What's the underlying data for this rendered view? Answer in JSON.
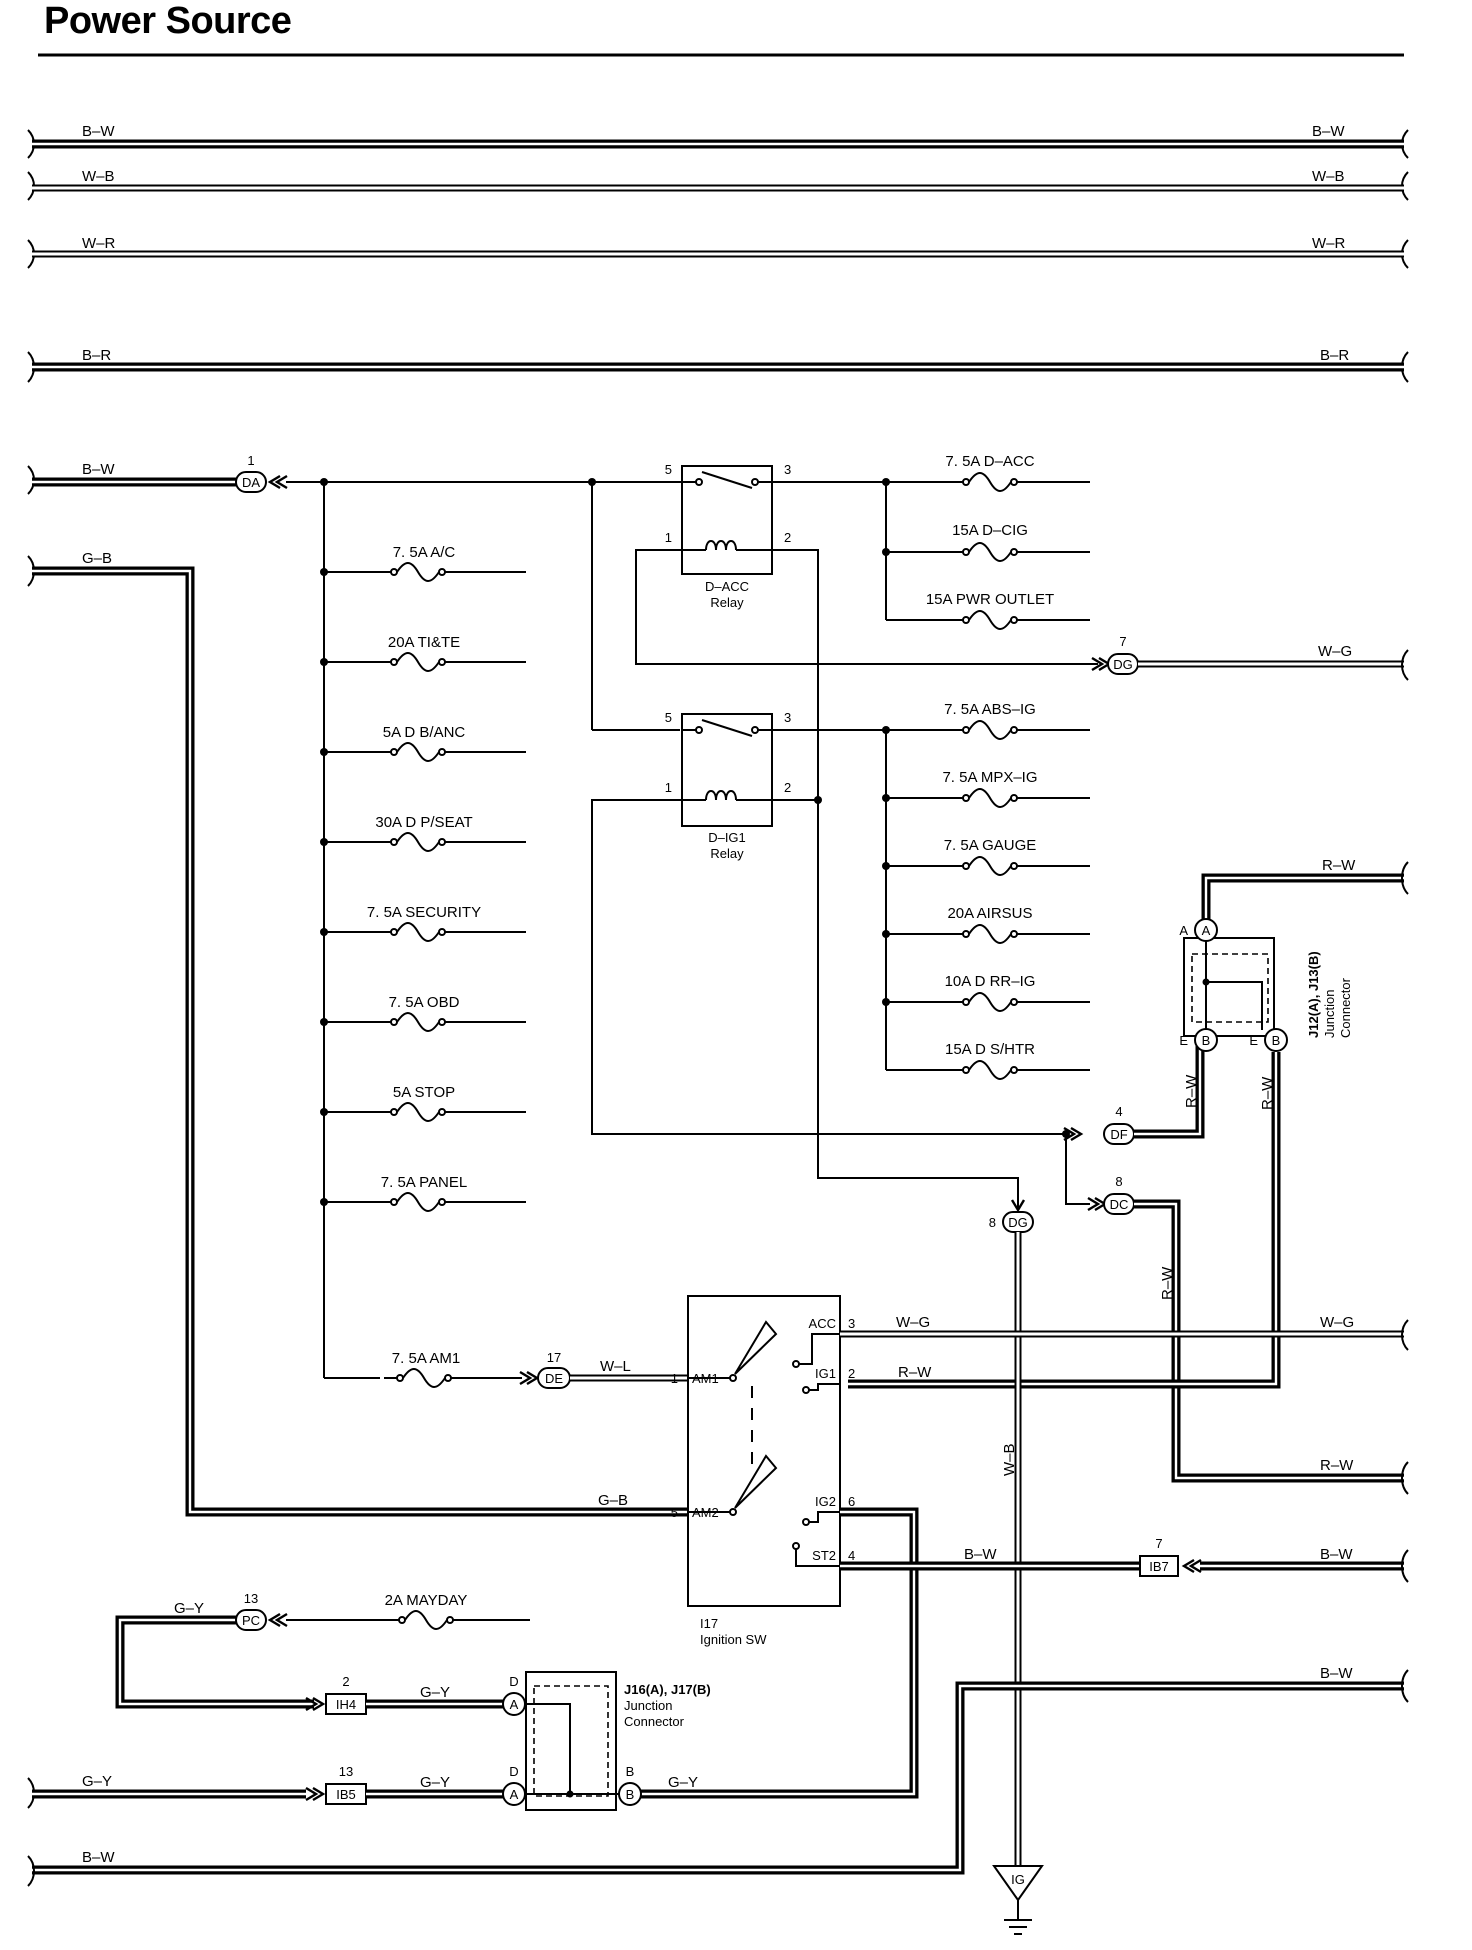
{
  "title": "Power Source",
  "bus_wires": [
    {
      "left": "B–W",
      "right": "B–W"
    },
    {
      "left": "W–B",
      "right": "W–B"
    },
    {
      "left": "W–R",
      "right": "W–R"
    },
    {
      "left": "B–R",
      "right": "B–R"
    }
  ],
  "left_wires": {
    "bw_top": "B–W",
    "gb": "G–B",
    "gy": "G–Y",
    "bw_bottom": "B–W"
  },
  "connectors": {
    "da": {
      "pin": "1",
      "code": "DA"
    },
    "dg_top": {
      "pin": "7",
      "code": "DG"
    },
    "df": {
      "pin": "4",
      "code": "DF"
    },
    "dc": {
      "pin": "8",
      "code": "DC"
    },
    "dg_mid": {
      "pin": "8",
      "code": "DG"
    },
    "de": {
      "pin": "17",
      "code": "DE"
    },
    "pc": {
      "pin": "13",
      "code": "PC"
    },
    "ih4": {
      "pin": "2",
      "code": "IH4"
    },
    "ib5": {
      "pin": "13",
      "code": "IB5"
    },
    "ib7": {
      "pin": "7",
      "code": "IB7"
    },
    "ig": {
      "code": "IG"
    }
  },
  "left_fuses": [
    "7. 5A A/C",
    "20A TI&TE",
    "5A D B/ANC",
    "30A D P/SEAT",
    "7. 5A SECURITY",
    "7. 5A OBD",
    "5A STOP",
    "7. 5A PANEL"
  ],
  "am1_fuse": "7. 5A AM1",
  "mayday_fuse": "2A MAYDAY",
  "acc_fuses": [
    "7. 5A D–ACC",
    "15A D–CIG",
    "15A PWR OUTLET"
  ],
  "ig1_fuses": [
    "7. 5A ABS–IG",
    "7. 5A MPX–IG",
    "7. 5A GAUGE",
    "20A AIRSUS",
    "10A D RR–IG",
    "15A D S/HTR"
  ],
  "relays": {
    "acc": {
      "name": "D–ACC",
      "sub": "Relay",
      "p5": "5",
      "p3": "3",
      "p1": "1",
      "p2": "2"
    },
    "ig1": {
      "name": "D–IG1",
      "sub": "Relay",
      "p5": "5",
      "p3": "3",
      "p1": "1",
      "p2": "2"
    }
  },
  "junction_j12": {
    "line1": "J12(A), J13(B)",
    "line2": "Junction",
    "line3": "Connector",
    "a": "A",
    "b": "B",
    "pin_a": "A",
    "pin_e1": "E",
    "pin_e2": "E"
  },
  "junction_j16": {
    "line1": "J16(A), J17(B)",
    "line2": "Junction",
    "line3": "Connector",
    "a": "A",
    "b": "B",
    "pin_d1": "D",
    "pin_d2": "D",
    "pin_b": "B"
  },
  "ignition": {
    "id": "I17",
    "name": "Ignition SW",
    "am1": "AM1",
    "am2": "AM2",
    "acc": "ACC",
    "ig1": "IG1",
    "ig2": "IG2",
    "st2": "ST2",
    "pin_am1": "1",
    "pin_am2": "5",
    "pin_acc": "3",
    "pin_ig1": "2",
    "pin_ig2": "6",
    "pin_st2": "4"
  },
  "wire_labels": {
    "wg_top": "W–G",
    "rw_top": "R–W",
    "rw_v1": "R–W",
    "rw_v2": "R–W",
    "rw_v3": "R–W",
    "wl": "W–L",
    "wg_acc": "W–G",
    "wg_right": "W–G",
    "rw_ig1": "R–W",
    "rw_right": "R–W",
    "gb_am2": "G–B",
    "bw_st2": "B–W",
    "bw_ib7": "B–W",
    "bw_right": "B–W",
    "wb_v": "W–B",
    "gy_pc": "G–Y",
    "gy_ih4": "G–Y",
    "gy_ib5": "G–Y",
    "gy_j16b": "G–Y"
  }
}
